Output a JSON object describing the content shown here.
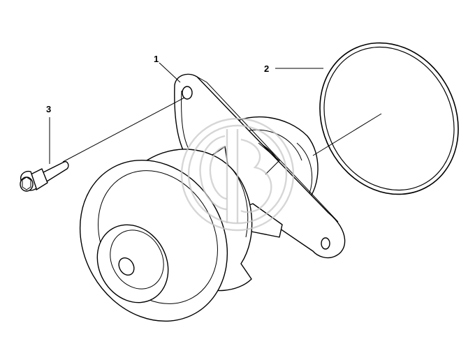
{
  "callouts": [
    {
      "id": "1",
      "label": "1"
    },
    {
      "id": "2",
      "label": "2"
    },
    {
      "id": "3",
      "label": "3"
    }
  ],
  "watermark": {
    "icon": "circular-logo-watermark",
    "color": "#c8c8c8"
  },
  "colors": {
    "line": "#000000",
    "background": "#ffffff"
  }
}
